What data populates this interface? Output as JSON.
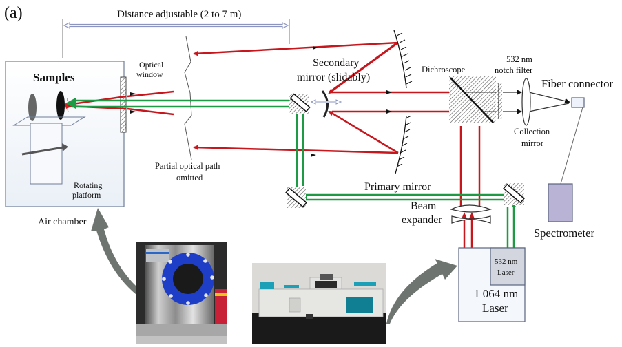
{
  "figure_label": "(a)",
  "distance_label": "Distance adjustable (2 to 7 m)",
  "labels": {
    "samples": "Samples",
    "optical_window": [
      "Optical",
      "window"
    ],
    "rotating_platform": [
      "Rotating",
      "platform"
    ],
    "air_chamber": "Air chamber",
    "partial_path": [
      "Partial optical path",
      "omitted"
    ],
    "secondary_mirror": [
      "Secondary",
      "mirror (slidably)"
    ],
    "dichroscope": "Dichroscope",
    "notch_filter": [
      "532 nm",
      "notch filter"
    ],
    "fiber_connector": "Fiber connector",
    "collection_mirror": [
      "Collection",
      "mirror"
    ],
    "primary_mirror": "Primary mirror",
    "beam_expander": [
      "Beam",
      "expander"
    ],
    "spectrometer": "Spectrometer",
    "laser_532": [
      "532 nm",
      "Laser"
    ],
    "laser_1064": [
      "1 064 nm",
      "Laser"
    ]
  },
  "photos": {
    "air_chamber_photo": "Air chamber photograph (steel vessel with blue flanged window)",
    "laser_photo": "Laser unit photograph"
  },
  "colors": {
    "red_beam": "#c8161d",
    "green_beam": "#1e9a45",
    "outline": "#5a6480",
    "chamber_fill": "#f2f5fa",
    "spectrometer_fill": "#b9b3d6",
    "laser532_fill": "#d3d6de",
    "arrow_gray": "#6e7470",
    "distance_arrow": "#8c95c0",
    "flange_blue": "#1e3ec8"
  }
}
